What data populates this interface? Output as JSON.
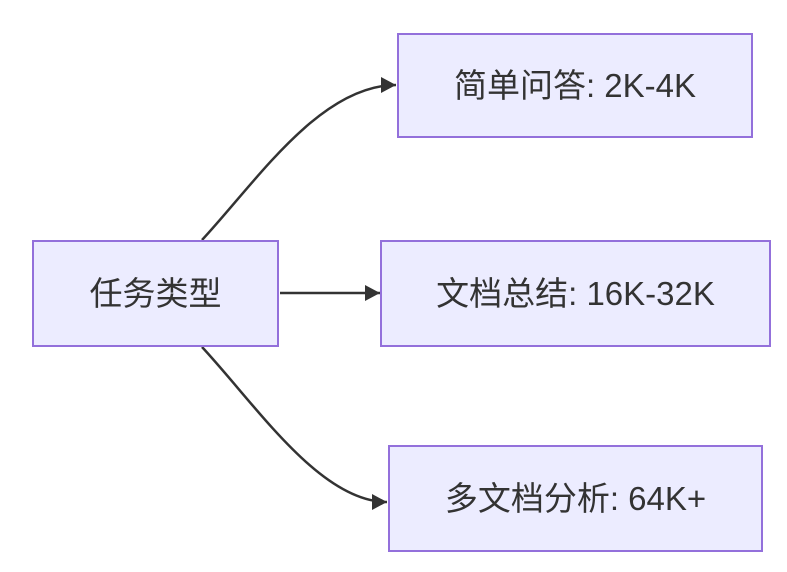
{
  "diagram": {
    "type": "flowchart-LR",
    "background": "#ffffff",
    "root": {
      "id": "task-type",
      "label": "任务类型"
    },
    "branches": [
      {
        "id": "simple-qa",
        "label": "简单问答: 2K-4K"
      },
      {
        "id": "doc-summary",
        "label": "文档总结: 16K-32K"
      },
      {
        "id": "multi-doc",
        "label": "多文档分析: 64K+"
      }
    ],
    "edges": [
      {
        "from": "task-type",
        "to": "simple-qa",
        "style": "curved-up",
        "arrowhead": "triangle"
      },
      {
        "from": "task-type",
        "to": "doc-summary",
        "style": "straight",
        "arrowhead": "triangle"
      },
      {
        "from": "task-type",
        "to": "multi-doc",
        "style": "curved-down",
        "arrowhead": "triangle"
      }
    ],
    "colors": {
      "node_fill": "#ECECFF",
      "node_border": "#9370DB",
      "edge_stroke": "#333333",
      "text": "#333333"
    }
  }
}
